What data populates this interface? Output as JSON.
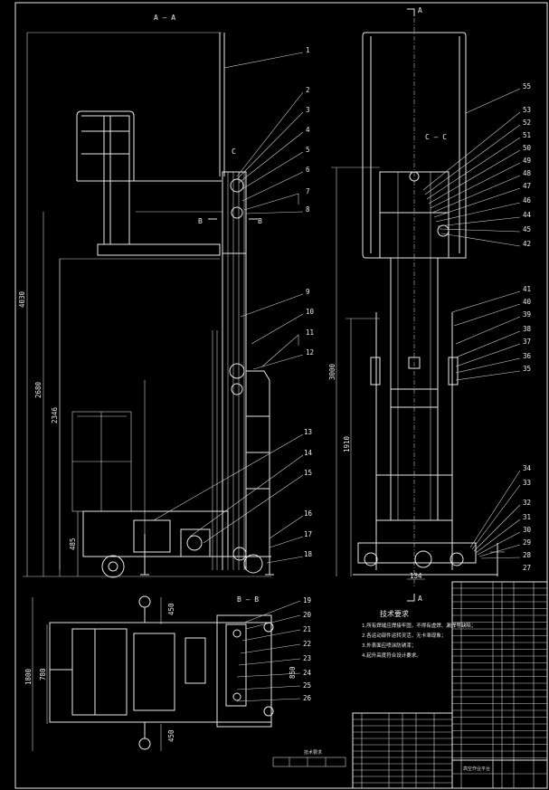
{
  "section_labels": {
    "aa": "A — A",
    "bb": "B — B",
    "cc": "C — C",
    "a_marker": "A",
    "b_marker": "B",
    "c_marker": "C"
  },
  "dimensions": {
    "total_height": "4030",
    "height_2680": "2680",
    "height_2346": "2346",
    "base_485": "485",
    "right_3000": "3000",
    "right_1910": "1910",
    "bottom_134": "134",
    "plan_1800": "1800",
    "plan_780": "780",
    "plan_450a": "450",
    "plan_450b": "450",
    "plan_850": "850"
  },
  "callouts_left": [
    "1",
    "2",
    "3",
    "4",
    "5",
    "6",
    "7",
    "8",
    "9",
    "10",
    "11",
    "12",
    "13",
    "14",
    "15",
    "16",
    "17",
    "18"
  ],
  "callouts_plan": [
    "19",
    "20",
    "21",
    "22",
    "23",
    "24",
    "25",
    "26"
  ],
  "callouts_right": [
    "55",
    "53",
    "52",
    "51",
    "50",
    "49",
    "48",
    "47",
    "46",
    "44",
    "45",
    "42",
    "41",
    "40",
    "39",
    "38",
    "37",
    "36",
    "35",
    "34",
    "33",
    "32",
    "31",
    "30",
    "29",
    "28",
    "27"
  ],
  "tech_requirements": {
    "title": "技术要求",
    "items": [
      "1.所有焊缝应焊接牢固，不得有虚焊、漏焊等缺陷；",
      "2.各运动部件运转灵活，无卡滞现象；",
      "3.外表面应喷涂防锈漆；",
      "4.起升高度符合设计要求。"
    ]
  },
  "title_block": {
    "main_title": "高空作业平台",
    "small_note": "技术要求"
  }
}
